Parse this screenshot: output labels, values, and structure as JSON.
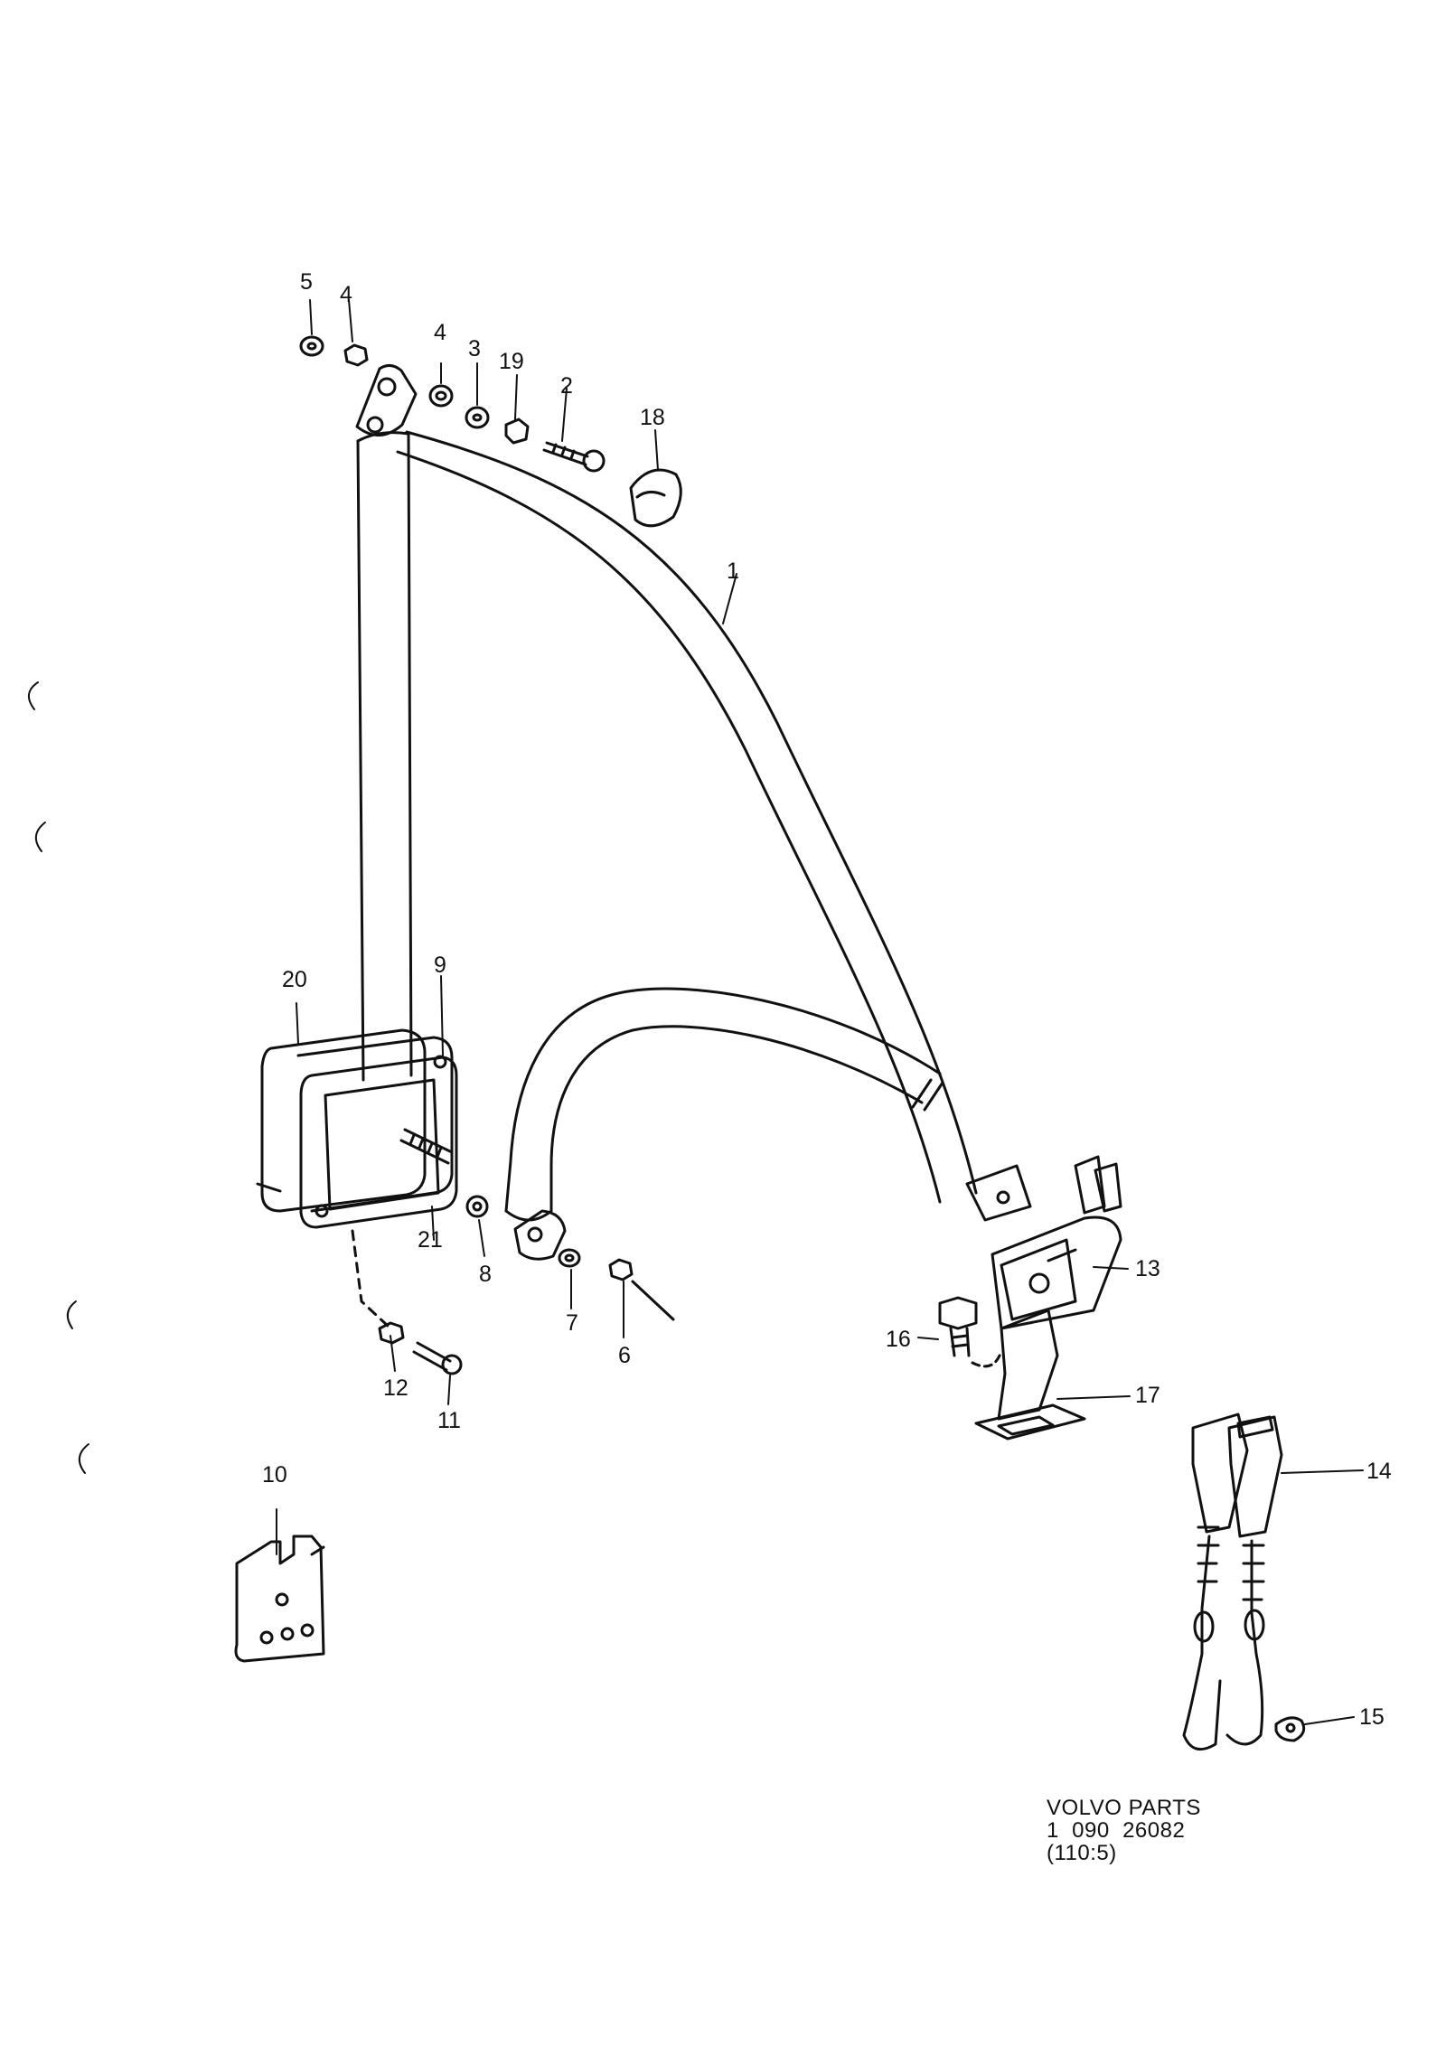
{
  "parts": [
    {
      "id": "1",
      "label": "1"
    },
    {
      "id": "2",
      "label": "2"
    },
    {
      "id": "3",
      "label": "3"
    },
    {
      "id": "4a",
      "label": "4"
    },
    {
      "id": "4b",
      "label": "4"
    },
    {
      "id": "5",
      "label": "5"
    },
    {
      "id": "6",
      "label": "6"
    },
    {
      "id": "7",
      "label": "7"
    },
    {
      "id": "8",
      "label": "8"
    },
    {
      "id": "9",
      "label": "9"
    },
    {
      "id": "10",
      "label": "10"
    },
    {
      "id": "11",
      "label": "11"
    },
    {
      "id": "12",
      "label": "12"
    },
    {
      "id": "13",
      "label": "13"
    },
    {
      "id": "14",
      "label": "14"
    },
    {
      "id": "15",
      "label": "15"
    },
    {
      "id": "16",
      "label": "16"
    },
    {
      "id": "17",
      "label": "17"
    },
    {
      "id": "18",
      "label": "18"
    },
    {
      "id": "19",
      "label": "19"
    },
    {
      "id": "20",
      "label": "20"
    },
    {
      "id": "21",
      "label": "21"
    }
  ],
  "reference": {
    "line1": "VOLVO PARTS",
    "line2": "1  090  26082",
    "line3": "(110:5)"
  }
}
